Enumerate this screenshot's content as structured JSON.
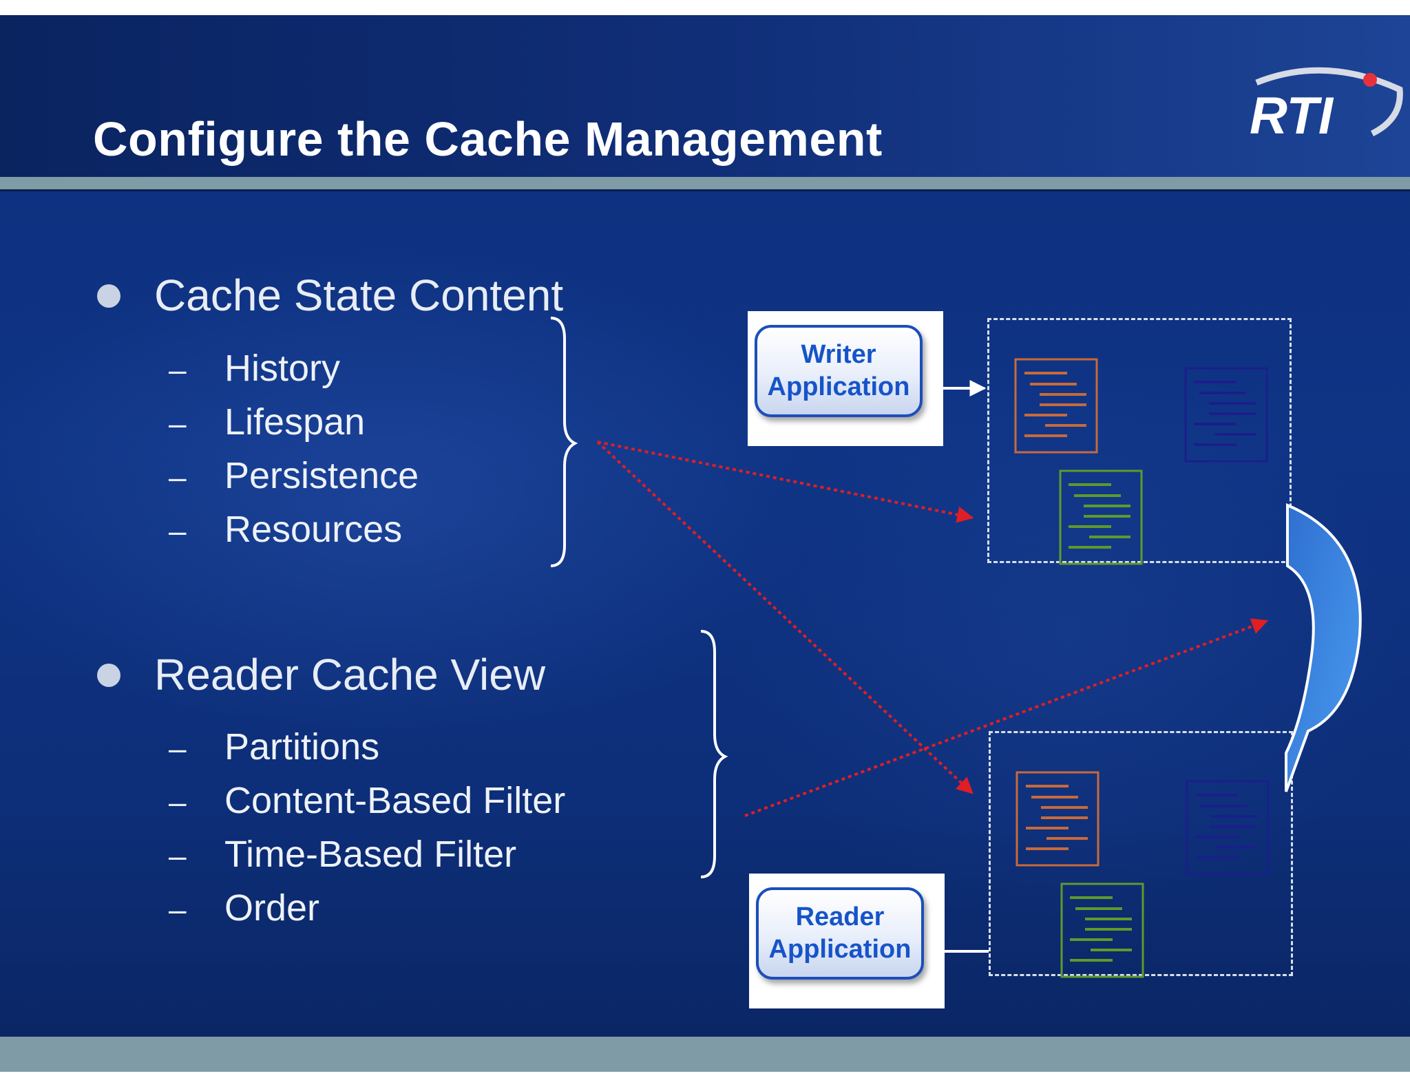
{
  "slide": {
    "title": "Configure the Cache Management",
    "logo_text": "RTI"
  },
  "sections": [
    {
      "heading": "Cache State Content",
      "items": [
        "History",
        "Lifespan",
        "Persistence",
        "Resources"
      ]
    },
    {
      "heading": "Reader Cache View",
      "items": [
        "Partitions",
        "Content-Based Filter",
        "Time-Based Filter",
        "Order"
      ]
    }
  ],
  "bullet_dash": "–",
  "diagram": {
    "writer_app": [
      "Writer",
      "Application"
    ],
    "reader_app": [
      "Reader",
      "Application"
    ],
    "doc_colors": [
      "#c86a3a",
      "#1a1f8a",
      "#5f9a2a"
    ],
    "connector_color": "#e01e24",
    "transfer_arrow_color": "#3b82e0"
  },
  "colors": {
    "background": "#0f3485",
    "band": "#7f9ba6",
    "app_text": "#1654c8"
  }
}
